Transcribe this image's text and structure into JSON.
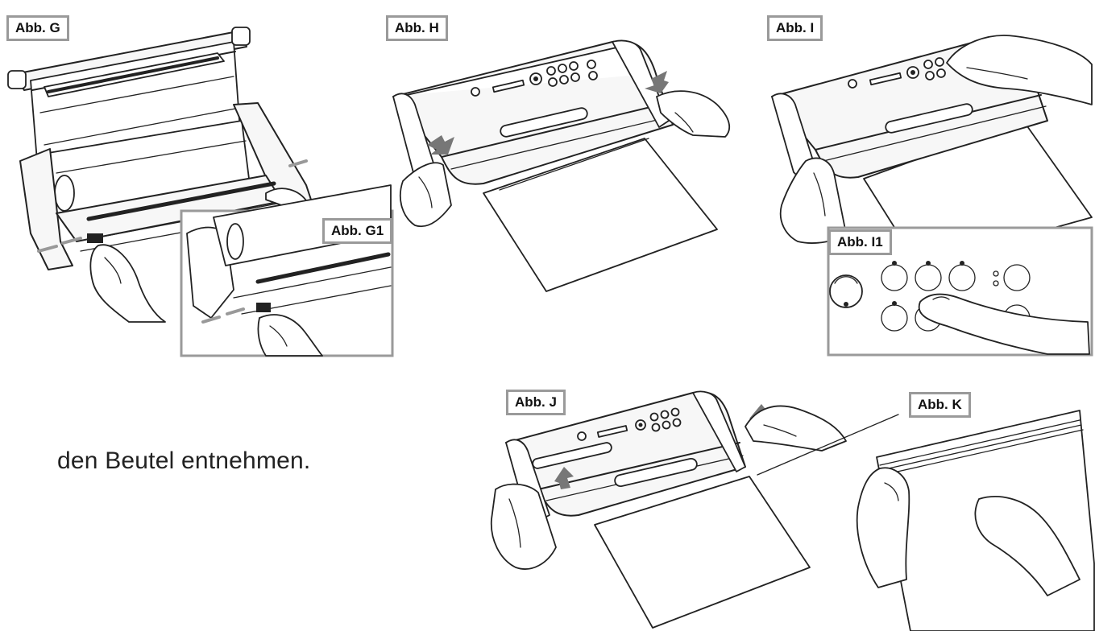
{
  "figures": [
    {
      "id": "G",
      "label": "Abb. G"
    },
    {
      "id": "G1",
      "label": "Abb. G1"
    },
    {
      "id": "H",
      "label": "Abb. H"
    },
    {
      "id": "I",
      "label": "Abb. I"
    },
    {
      "id": "I1",
      "label": "Abb. I1"
    },
    {
      "id": "J",
      "label": "Abb. J"
    },
    {
      "id": "K",
      "label": "Abb. K"
    }
  ],
  "caption": "den Beutel entnehmen.",
  "colors": {
    "label_border": "#9a9a9a",
    "line_art": "#222222",
    "arrow": "#777777"
  }
}
